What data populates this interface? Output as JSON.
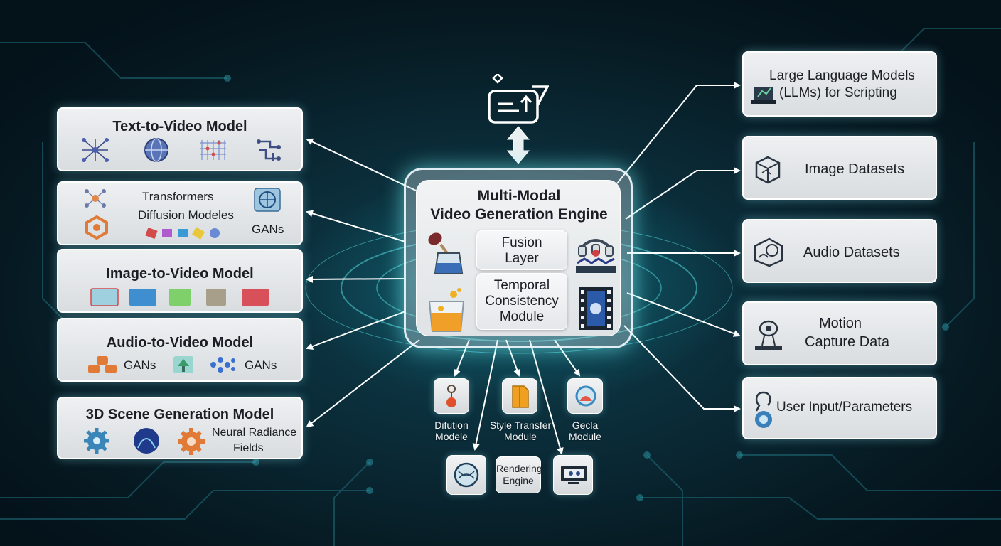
{
  "top_icon": "document-upload-icon",
  "center": {
    "title_line1": "Multi-Modal",
    "title_line2": "Video Generation Engine",
    "fusion_line1": "Fusion",
    "fusion_line2": "Layer",
    "temporal_line1": "Temporal",
    "temporal_line2": "Consistency",
    "temporal_line3": "Module"
  },
  "left": {
    "text_to_video": {
      "title": "Text-to-Video Model"
    },
    "transformers": {
      "line1": "Transformers",
      "line2": "Diffusion Modeles",
      "gans": "GANs"
    },
    "image_to_video": {
      "title": "Image-to-Video Model"
    },
    "audio_to_video": {
      "title": "Audio-to-Video Model",
      "gans1": "GANs",
      "gans2": "GANs"
    },
    "scene_3d": {
      "title": "3D Scene Generation Model",
      "nrf_line1": "Neural Radiance",
      "nrf_line2": "Fields"
    }
  },
  "right": {
    "llm": {
      "line1": "Large Language Models",
      "line2": "(LLMs) for Scripting"
    },
    "image_datasets": {
      "title": "Image Datasets"
    },
    "audio_datasets": {
      "title": "Audio Datasets"
    },
    "motion": {
      "line1": "Motion",
      "line2": "Capture Data"
    },
    "user_input": {
      "title": "User Input/Parameters"
    }
  },
  "bottom": {
    "difution": {
      "line1": "Difution",
      "line2": "Modele"
    },
    "style": {
      "line1": "Style Transfer",
      "line2": "Module"
    },
    "gecla": {
      "line1": "Gecla",
      "line2": "Module"
    },
    "rendering": {
      "line1": "Rendering",
      "line2": "Engine"
    }
  },
  "colors": {
    "accent": "#40e6eb",
    "panel": "#e3e6e8",
    "background": "#0a2a36"
  }
}
